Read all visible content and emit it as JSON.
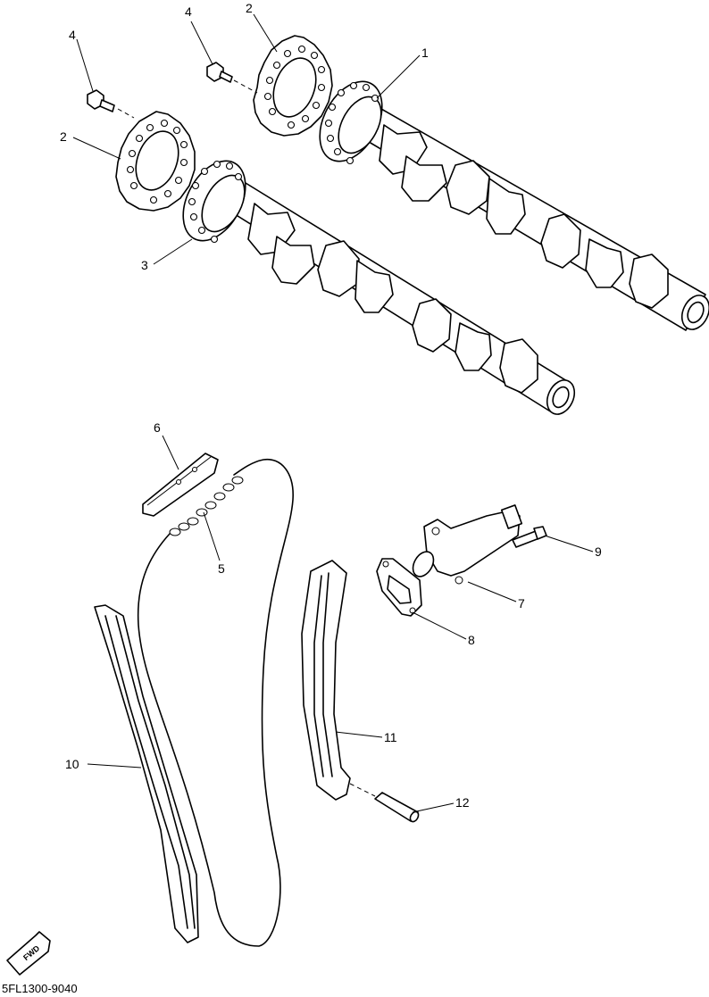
{
  "diagram": {
    "code": "5FL1300-9040",
    "fwd_label": "FWD",
    "callouts": [
      {
        "id": "1",
        "label": "1"
      },
      {
        "id": "2a",
        "label": "2"
      },
      {
        "id": "2b",
        "label": "2"
      },
      {
        "id": "3",
        "label": "3"
      },
      {
        "id": "4a",
        "label": "4"
      },
      {
        "id": "4b",
        "label": "4"
      },
      {
        "id": "5",
        "label": "5"
      },
      {
        "id": "6",
        "label": "6"
      },
      {
        "id": "7",
        "label": "7"
      },
      {
        "id": "8",
        "label": "8"
      },
      {
        "id": "9",
        "label": "9"
      },
      {
        "id": "10",
        "label": "10"
      },
      {
        "id": "11",
        "label": "11"
      },
      {
        "id": "12",
        "label": "12"
      }
    ]
  }
}
